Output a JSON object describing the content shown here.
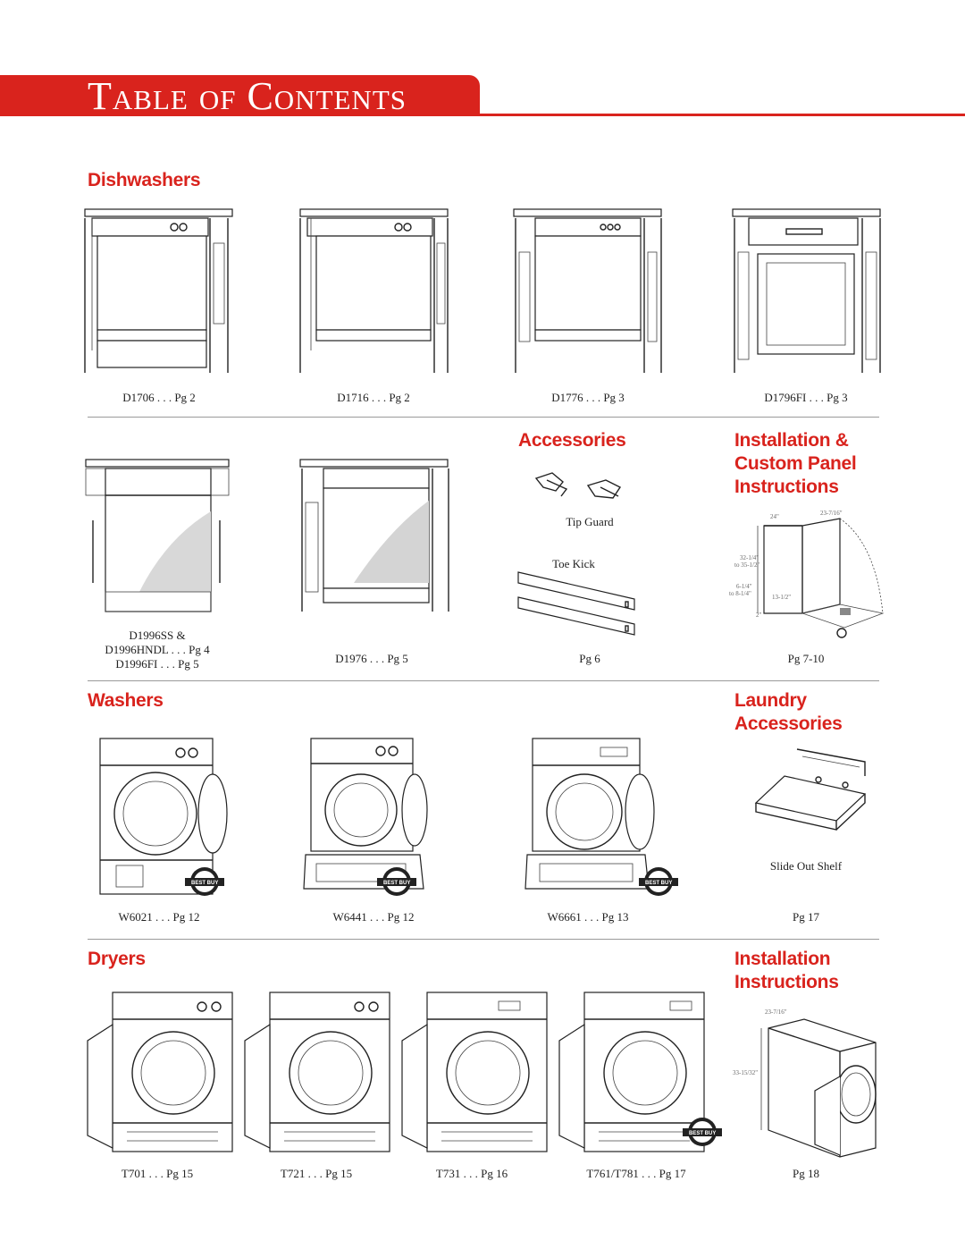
{
  "header": {
    "title": "Table of Contents"
  },
  "colors": {
    "accent": "#d9231d"
  },
  "sections": {
    "dishwashers": "Dishwashers",
    "accessories": "Accessories",
    "installation_custom": [
      "Installation &",
      "Custom Panel",
      "Instructions"
    ],
    "washers": "Washers",
    "laundry_accessories": [
      "Laundry",
      "Accessories"
    ],
    "dryers": "Dryers",
    "installation_instructions": [
      "Installation",
      "Instructions"
    ]
  },
  "dishwashers": [
    {
      "caption": "D1706 . . . Pg 2"
    },
    {
      "caption": "D1716 . . . Pg 2"
    },
    {
      "caption": "D1776 . . . Pg 3"
    },
    {
      "caption": "D1796FI . . . Pg 3"
    }
  ],
  "dishwashers_row2": [
    {
      "lines": [
        "D1996SS &",
        "D1996HNDL . . . Pg 4",
        "D1996FI . . . Pg 5"
      ]
    },
    {
      "caption": "D1976 . . . Pg 5"
    }
  ],
  "accessories": {
    "tip_guard": "Tip Guard",
    "toe_kick": "Toe Kick",
    "page": "Pg 6"
  },
  "installation_custom_page": "Pg 7-10",
  "installation_dims": {
    "w1": "24\"",
    "w2": "23-7/16\"",
    "h1": "32-1/4\"",
    "h1b": "to 35-1/2\"",
    "h2": "6-1/4\"",
    "h2b": "to 8-1/4\"",
    "h3": "13-1/2\"",
    "d": "2\""
  },
  "washers": [
    {
      "caption": "W6021 . . . Pg 12"
    },
    {
      "caption": "W6441 . . . Pg 12"
    },
    {
      "caption": "W6661 . . . Pg 13"
    }
  ],
  "laundry_accessory": {
    "label": "Slide Out Shelf",
    "page": "Pg 17"
  },
  "dryers": [
    {
      "caption": "T701 . . . Pg 15"
    },
    {
      "caption": "T721 . . . Pg 15"
    },
    {
      "caption": "T731 . . . Pg 16"
    },
    {
      "caption": "T761/T781 . . . Pg 17"
    }
  ],
  "installation_page": "Pg 18",
  "installation_dryer_dims": {
    "w": "23-7/16\"",
    "h": "33-15/32\""
  },
  "badge": "BEST BUY"
}
